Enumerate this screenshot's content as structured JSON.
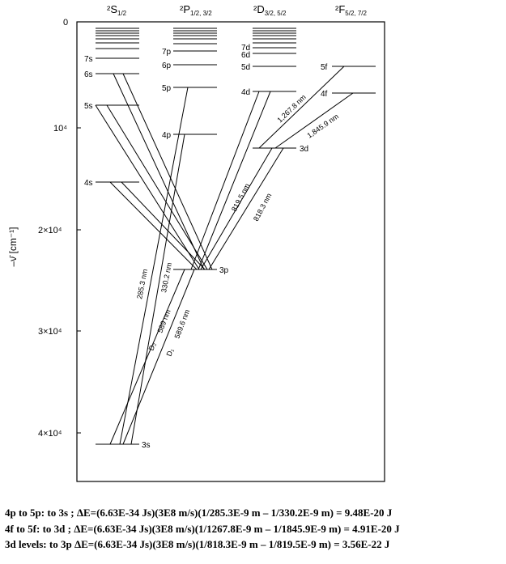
{
  "columns": [
    {
      "main": "²S",
      "sub": "1/2"
    },
    {
      "main": "²P",
      "sub": "1/2, 3/2"
    },
    {
      "main": "²D",
      "sub": "3/2, 5/2"
    },
    {
      "main": "²F",
      "sub": "5/2, 7/2"
    }
  ],
  "axis": {
    "name": "–ν̄  [cm⁻¹]",
    "ticks": [
      "0",
      "10⁴",
      "2×10⁴",
      "3×10⁴",
      "4×10⁴"
    ]
  },
  "levels": {
    "s": [
      "7s",
      "6s",
      "5s",
      "4s",
      "3s"
    ],
    "p": [
      "7p",
      "6p",
      "5p",
      "4p",
      "3p"
    ],
    "d": [
      "7d",
      "6d",
      "5d",
      "4d",
      "3d"
    ],
    "f": [
      "5f",
      "4f"
    ]
  },
  "wavelengths": {
    "w1267": "1,267.8 nm",
    "w1845": "1,845.9 nm",
    "w819": "819.5 nm",
    "w818": "818.3 nm",
    "w285": "285.3 nm",
    "w330": "330.2 nm",
    "w589": "589 nm",
    "w5896": "589.6 nm",
    "d2": "D₂",
    "d1": "D₁"
  },
  "equations": [
    "4p to 5p:  to 3s ; ΔE=(6.63E-34 Js)(3E8 m/s)(1/285.3E-9 m – 1/330.2E-9 m) = 9.48E-20 J",
    "4f to 5f:  to 3d ; ΔE=(6.63E-34 Js)(3E8 m/s)(1/1267.8E-9 m – 1/1845.9E-9 m) = 4.91E-20 J",
    "3d levels:  to 3p ΔE=(6.63E-34 Js)(3E8 m/s)(1/818.3E-9 m – 1/819.5E-9 m) = 3.56E-22 J"
  ]
}
